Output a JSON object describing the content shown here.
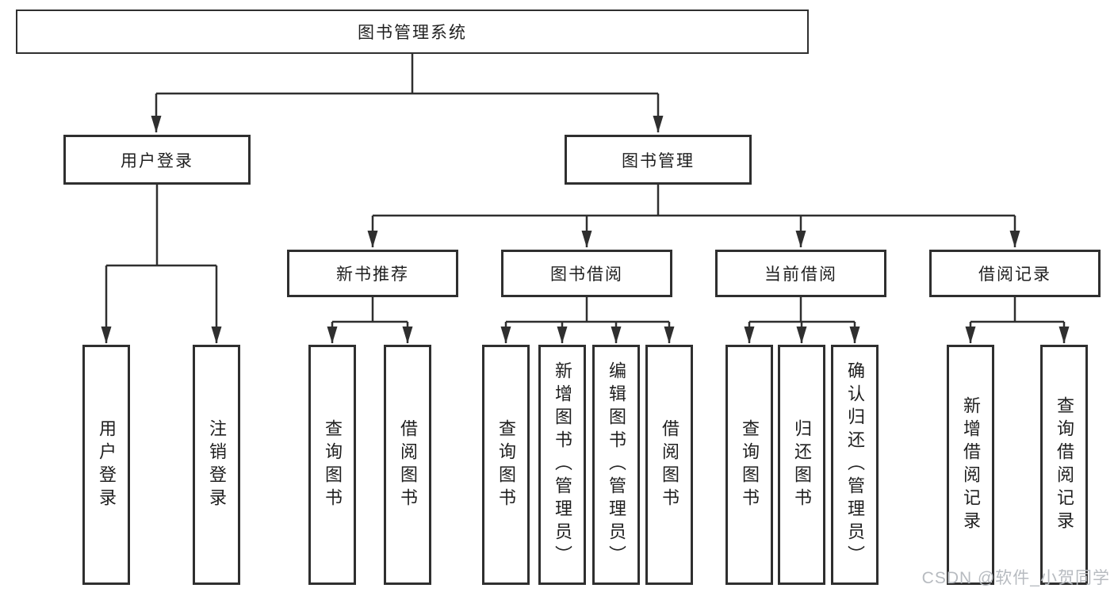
{
  "diagram": {
    "root": "图书管理系统",
    "user_login": {
      "label": "用户登录",
      "children": [
        "用户登录",
        "注销登录"
      ]
    },
    "book_management": {
      "label": "图书管理",
      "groups": [
        {
          "label": "新书推荐",
          "children": [
            "查询图书",
            "借阅图书"
          ]
        },
        {
          "label": "图书借阅",
          "children": [
            "查询图书",
            "新增图书（管理员）",
            "编辑图书（管理员）",
            "借阅图书"
          ]
        },
        {
          "label": "当前借阅",
          "children": [
            "查询图书",
            "归还图书",
            "确认归还（管理员）"
          ]
        },
        {
          "label": "借阅记录",
          "children": [
            "新增借阅记录",
            "查询借阅记录"
          ]
        }
      ]
    }
  },
  "watermark": "CSDN @软件_小贺同学",
  "colors": {
    "line": "#2f2f2f",
    "box_border": "#2f2f2f",
    "text": "#1f1f1f",
    "box_background": "#ffffff",
    "watermark": "#b7bbc0",
    "background": "#ffffff"
  }
}
